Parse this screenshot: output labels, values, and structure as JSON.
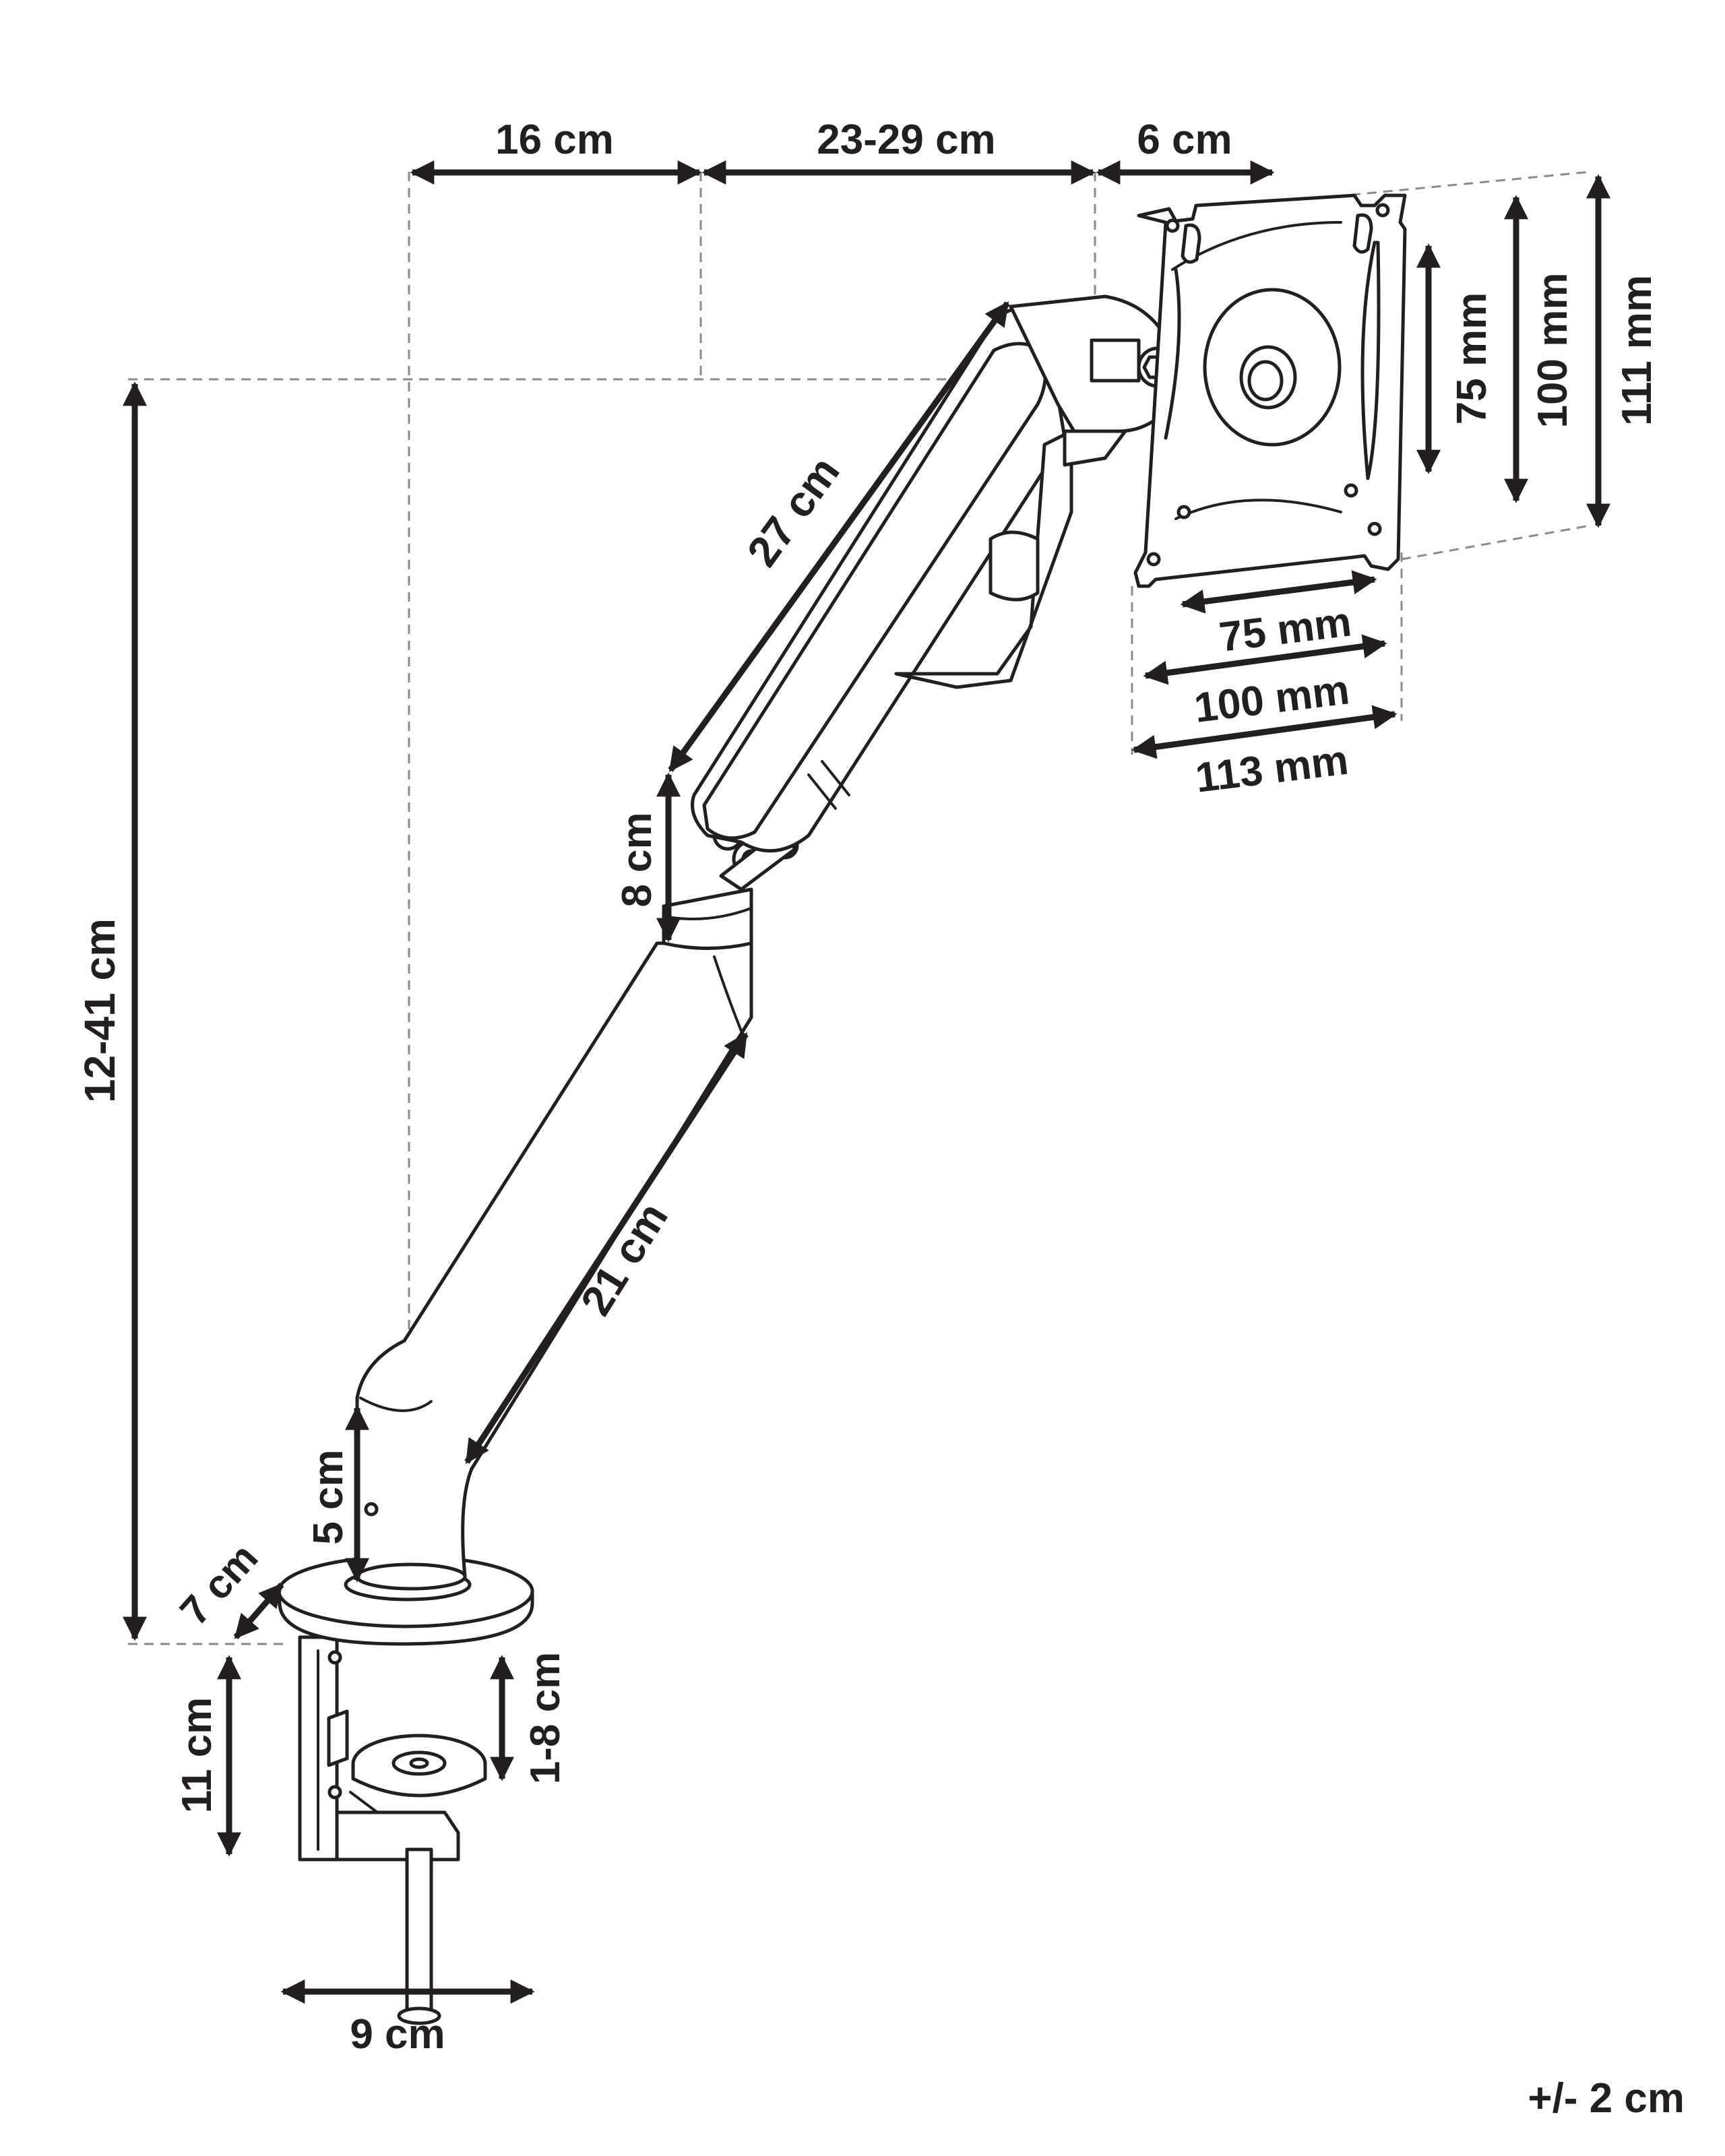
{
  "dimensions": {
    "reach_1": "16 cm",
    "reach_2": "23-29 cm",
    "mount_depth": "6 cm",
    "upper_arm": "27 cm",
    "joint_height": "8 cm",
    "lower_arm": "21 cm",
    "pole_height": "5 cm",
    "total_height": "12-41 cm",
    "base_radius": "7 cm",
    "clamp_height": "11 cm",
    "desk_thickness": "1-8 cm",
    "clamp_width": "9 cm",
    "vesa_v_75": "75 mm",
    "vesa_v_100": "100 mm",
    "plate_height": "111 mm",
    "vesa_h_75": "75 mm",
    "vesa_h_100": "100 mm",
    "plate_width": "113 mm"
  },
  "tolerance": "+/- 2 cm",
  "colors": {
    "line": "#231f20",
    "guide": "#8a8a8a",
    "background": "#ffffff"
  }
}
